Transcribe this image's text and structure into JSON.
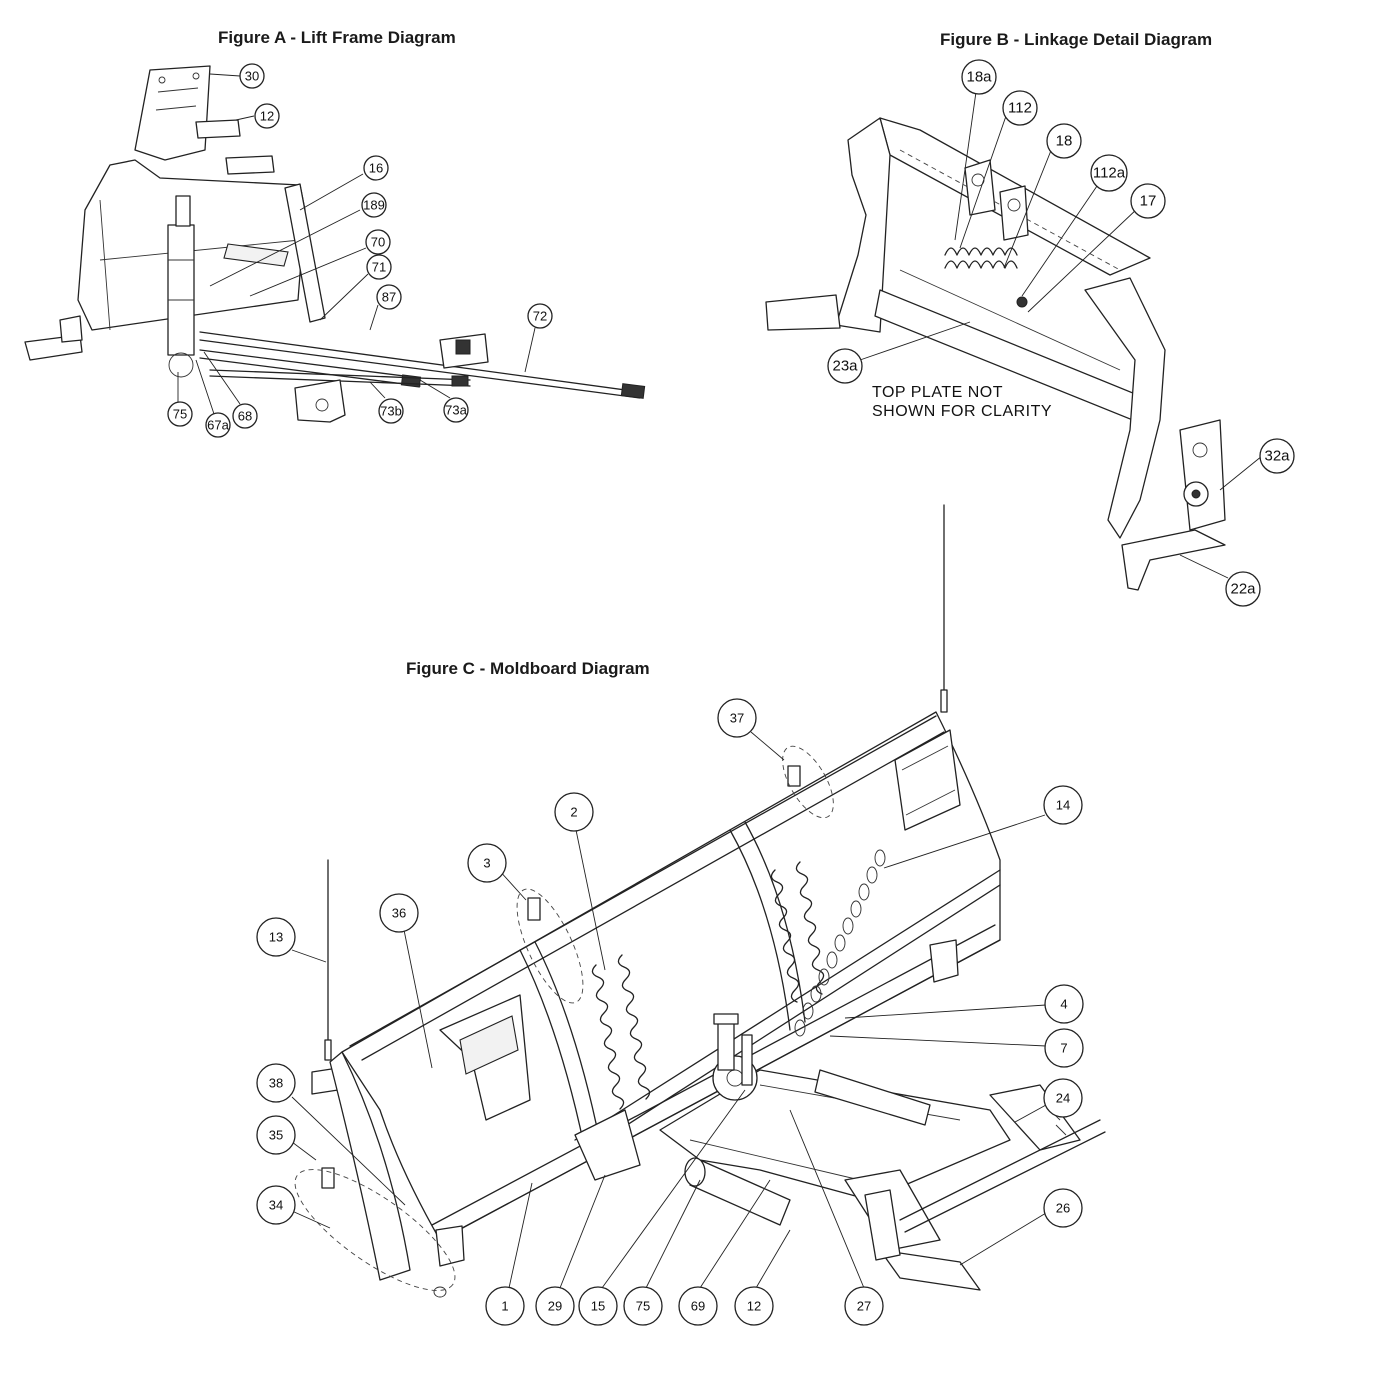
{
  "figures": {
    "a": {
      "title": "Figure A - Lift Frame Diagram",
      "callouts": [
        "30",
        "12",
        "16",
        "189",
        "70",
        "71",
        "87",
        "72",
        "75",
        "67a",
        "68",
        "73b",
        "73a"
      ]
    },
    "b": {
      "title": "Figure B - Linkage Detail Diagram",
      "callouts": [
        "18a",
        "112",
        "18",
        "112a",
        "17",
        "23a",
        "32a",
        "22a"
      ],
      "note_line1": "TOP PLATE NOT",
      "note_line2": "SHOWN FOR CLARITY"
    },
    "c": {
      "title": "Figure C - Moldboard Diagram",
      "callouts": [
        "37",
        "14",
        "2",
        "3",
        "36",
        "13",
        "4",
        "7",
        "38",
        "24",
        "35",
        "34",
        "26",
        "1",
        "29",
        "15",
        "75",
        "69",
        "12",
        "27"
      ]
    }
  }
}
